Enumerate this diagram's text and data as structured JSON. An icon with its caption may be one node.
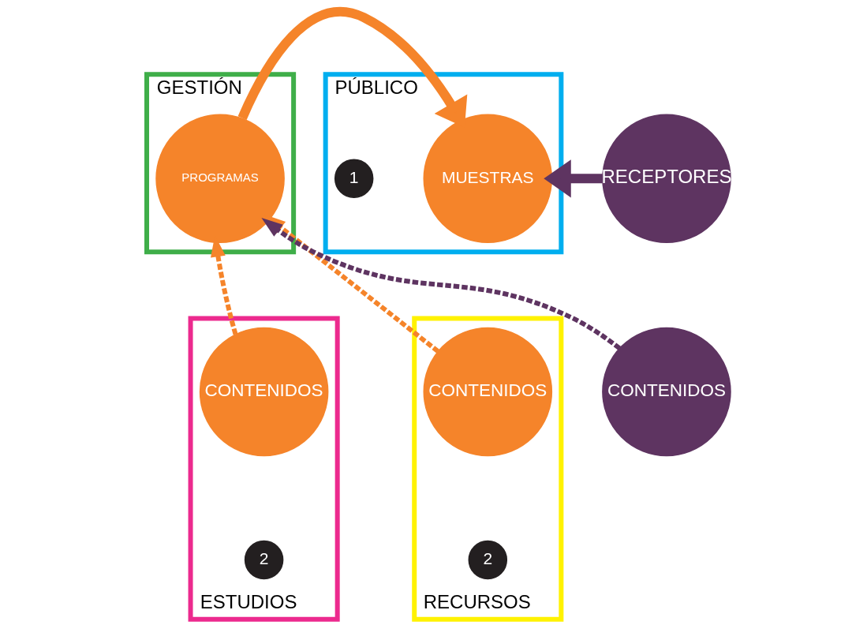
{
  "diagram": {
    "nodes": [
      {
        "text": [
          "GESTIÓN"
        ]
      },
      {
        "text": [
          "PROGRAMAS"
        ],
        "in": 0
      },
      {
        "text": [
          "PÚBLICO"
        ]
      },
      {
        "text": [
          "MUESTRAS"
        ],
        "in": 2
      },
      {
        "text": [
          "1"
        ],
        "in": 2
      },
      {
        "text": [
          "RECEPTORES"
        ]
      },
      {
        "text": [
          "ESTUDIOS"
        ]
      },
      {
        "text": [
          "2"
        ],
        "in": 6
      },
      {
        "text": [
          "CONTENIDOS"
        ],
        "in": 6
      },
      {
        "text": [
          "RECURSOS"
        ]
      },
      {
        "text": [
          "CONTENIDOS"
        ],
        "in": 9
      },
      {
        "text": [
          "2"
        ],
        "in": 9
      },
      {
        "text": [
          "CONTENIDOS"
        ]
      }
    ],
    "edges": [
      {
        "from": 1,
        "to": 3,
        "arrow": "to",
        "style": "thick"
      },
      {
        "from": 5,
        "to": 3,
        "arrow": "to",
        "style": "thick",
        "color": "#5e3461"
      },
      {
        "from": 8,
        "to": 1,
        "arrow": "to",
        "style": "dashed"
      },
      {
        "from": 10,
        "to": 1,
        "arrow": "to",
        "style": "dashed"
      },
      {
        "from": 12,
        "to": 1,
        "arrow": "to",
        "style": "dashed",
        "color": "#5e3461"
      }
    ]
  }
}
